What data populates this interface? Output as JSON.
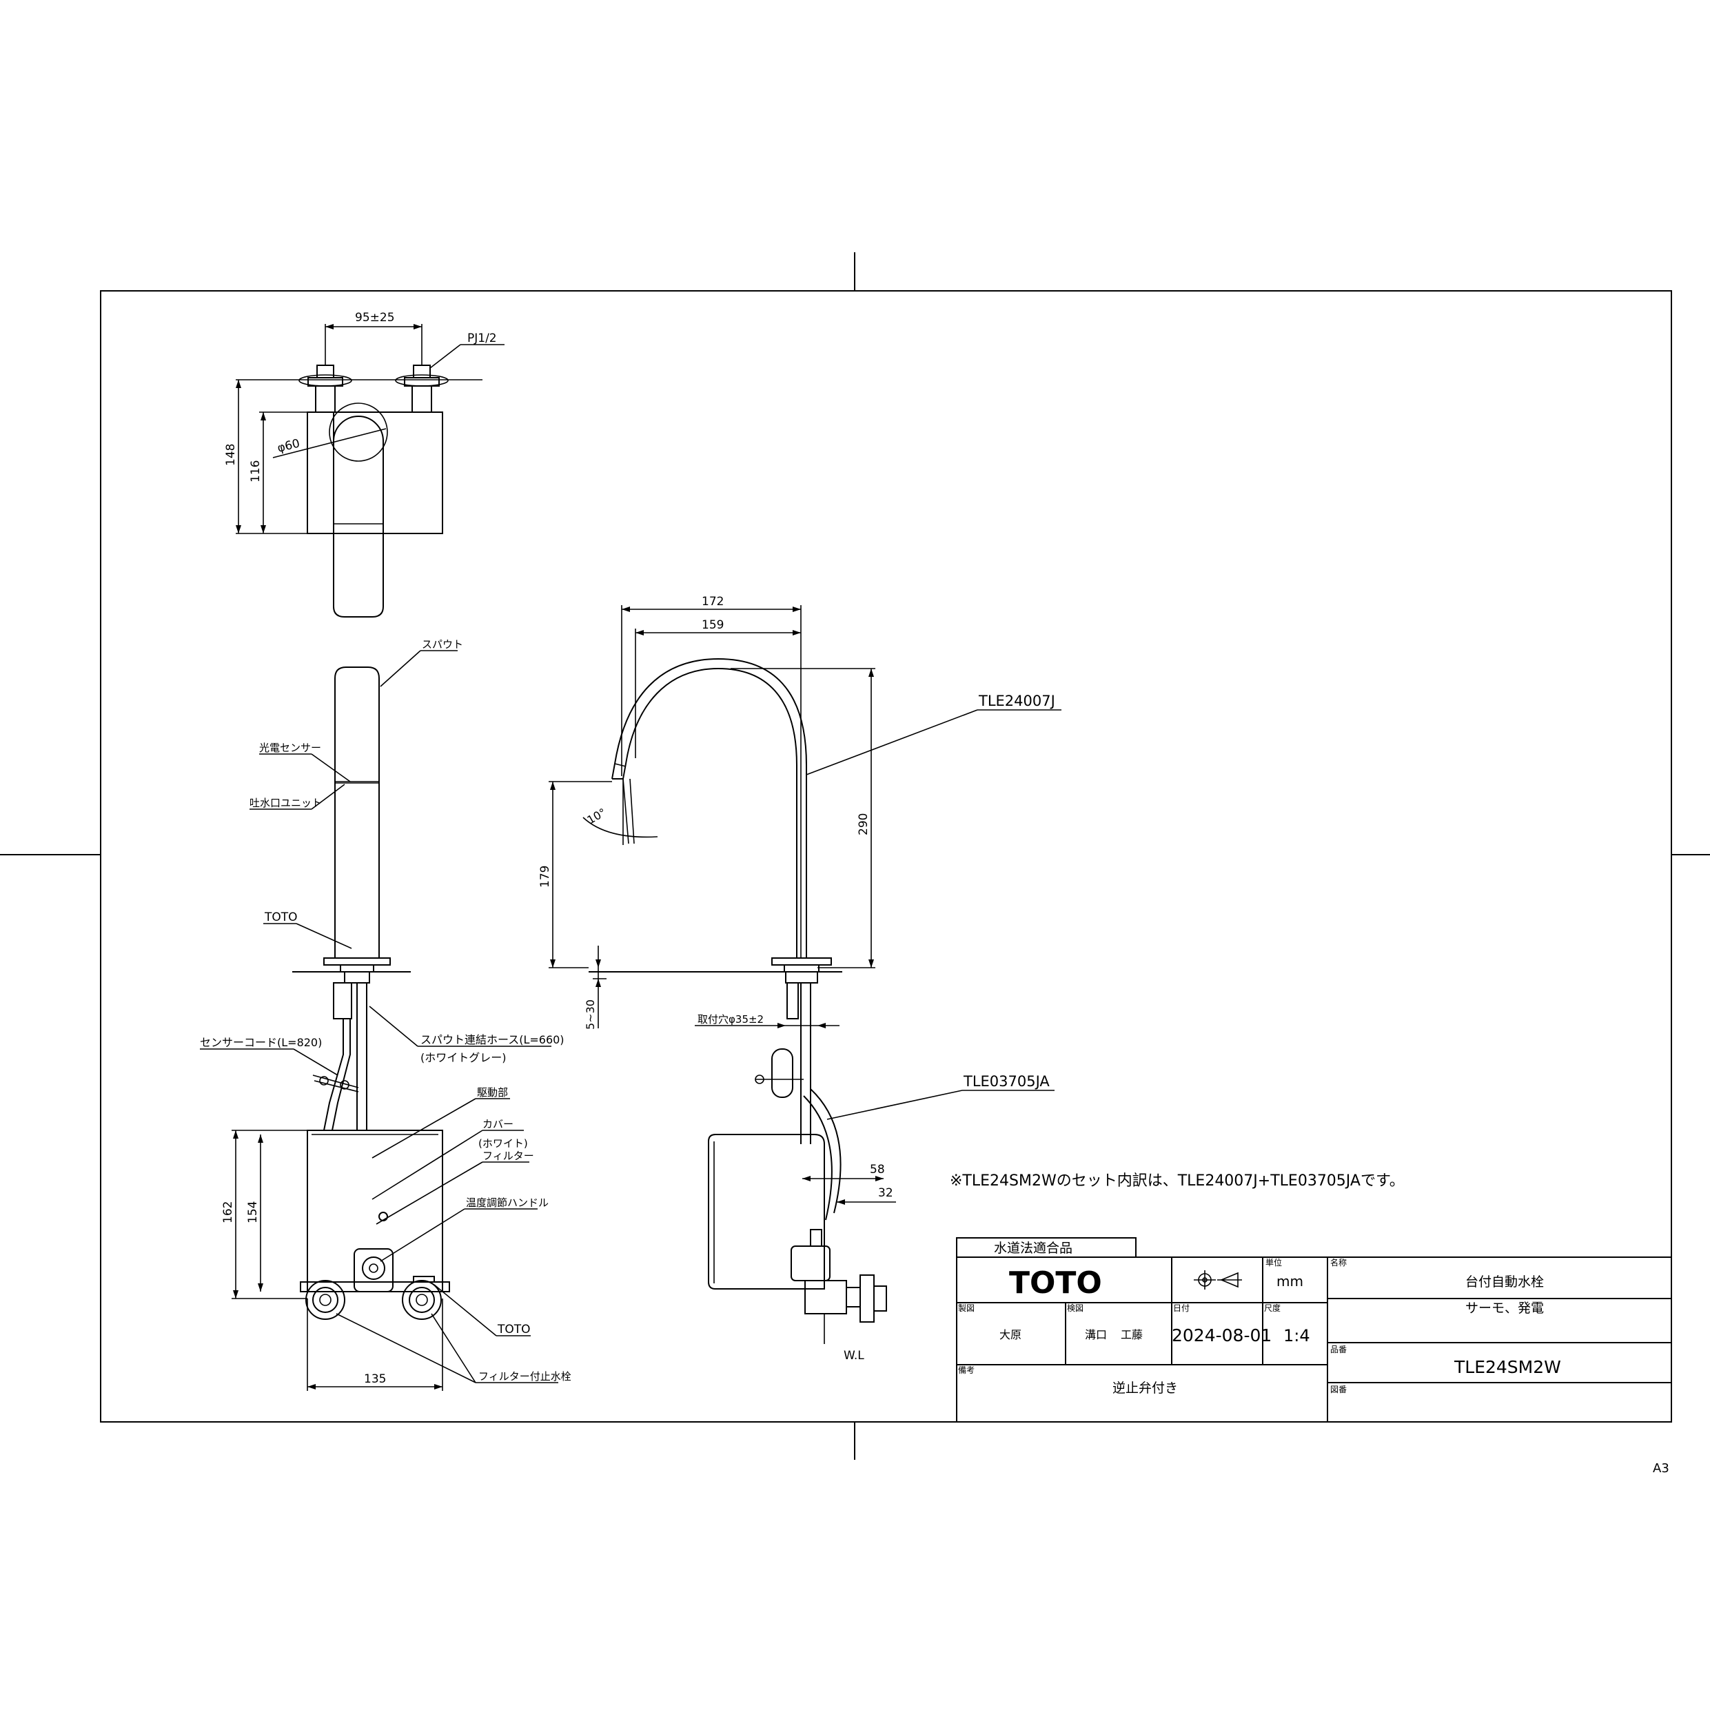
{
  "sheet": {
    "size_label": "A3"
  },
  "top_view": {
    "dim_width": "95±25",
    "thread": "PJ1/2",
    "dim_height_total": "148",
    "dim_height_body": "116",
    "dim_diameter": "φ60"
  },
  "front_view": {
    "label_spout": "スパウト",
    "label_sensor": "光電センサー",
    "label_outlet": "吐水口ユニット",
    "label_brand": "TOTO",
    "label_cord": "センサーコード(L=820)",
    "label_hose": "スパウト連結ホース(L=660)",
    "label_hose_color": "(ホワイトグレー)",
    "label_drive": "駆動部",
    "label_cover": "カバー",
    "label_cover_color": "(ホワイト)",
    "label_filter": "フィルター",
    "label_handle": "温度調節ハンドル",
    "label_brand2": "TOTO",
    "label_valve": "フィルター付止水栓",
    "dim_box_h1": "162",
    "dim_box_h2": "154",
    "dim_box_w": "135"
  },
  "side_view": {
    "dim_172": "172",
    "dim_159": "159",
    "dim_290": "290",
    "dim_179": "179",
    "dim_angle": "10°",
    "dim_deck": "5~30",
    "dim_hole": "取付穴φ35±2",
    "part_spout": "TLE24007J",
    "part_unit": "TLE03705JA",
    "dim_58": "58",
    "dim_32": "32",
    "label_wl": "W.L"
  },
  "note": "※TLE24SM2Wのセット内訳は、TLE24007J+TLE03705JAです。",
  "title_block": {
    "compliance": "水道法適合品",
    "logo": "TOTO",
    "unit_label": "単位",
    "unit_value": "mm",
    "name_label": "名称",
    "name_value1": "台付自動水栓",
    "name_value2": "サーモ、発電",
    "drawn_label": "製図",
    "drawn_value": "大原",
    "checked_label": "検図",
    "checked_value1": "溝口",
    "checked_value2": "工藤",
    "date_label": "日付",
    "date_value": "2024-08-01",
    "scale_label": "尺度",
    "scale_value": "1:4",
    "product_label": "品番",
    "product_value": "TLE24SM2W",
    "remarks_label": "備考",
    "remarks_value": "逆止弁付き",
    "drawing_no_label": "図番"
  }
}
